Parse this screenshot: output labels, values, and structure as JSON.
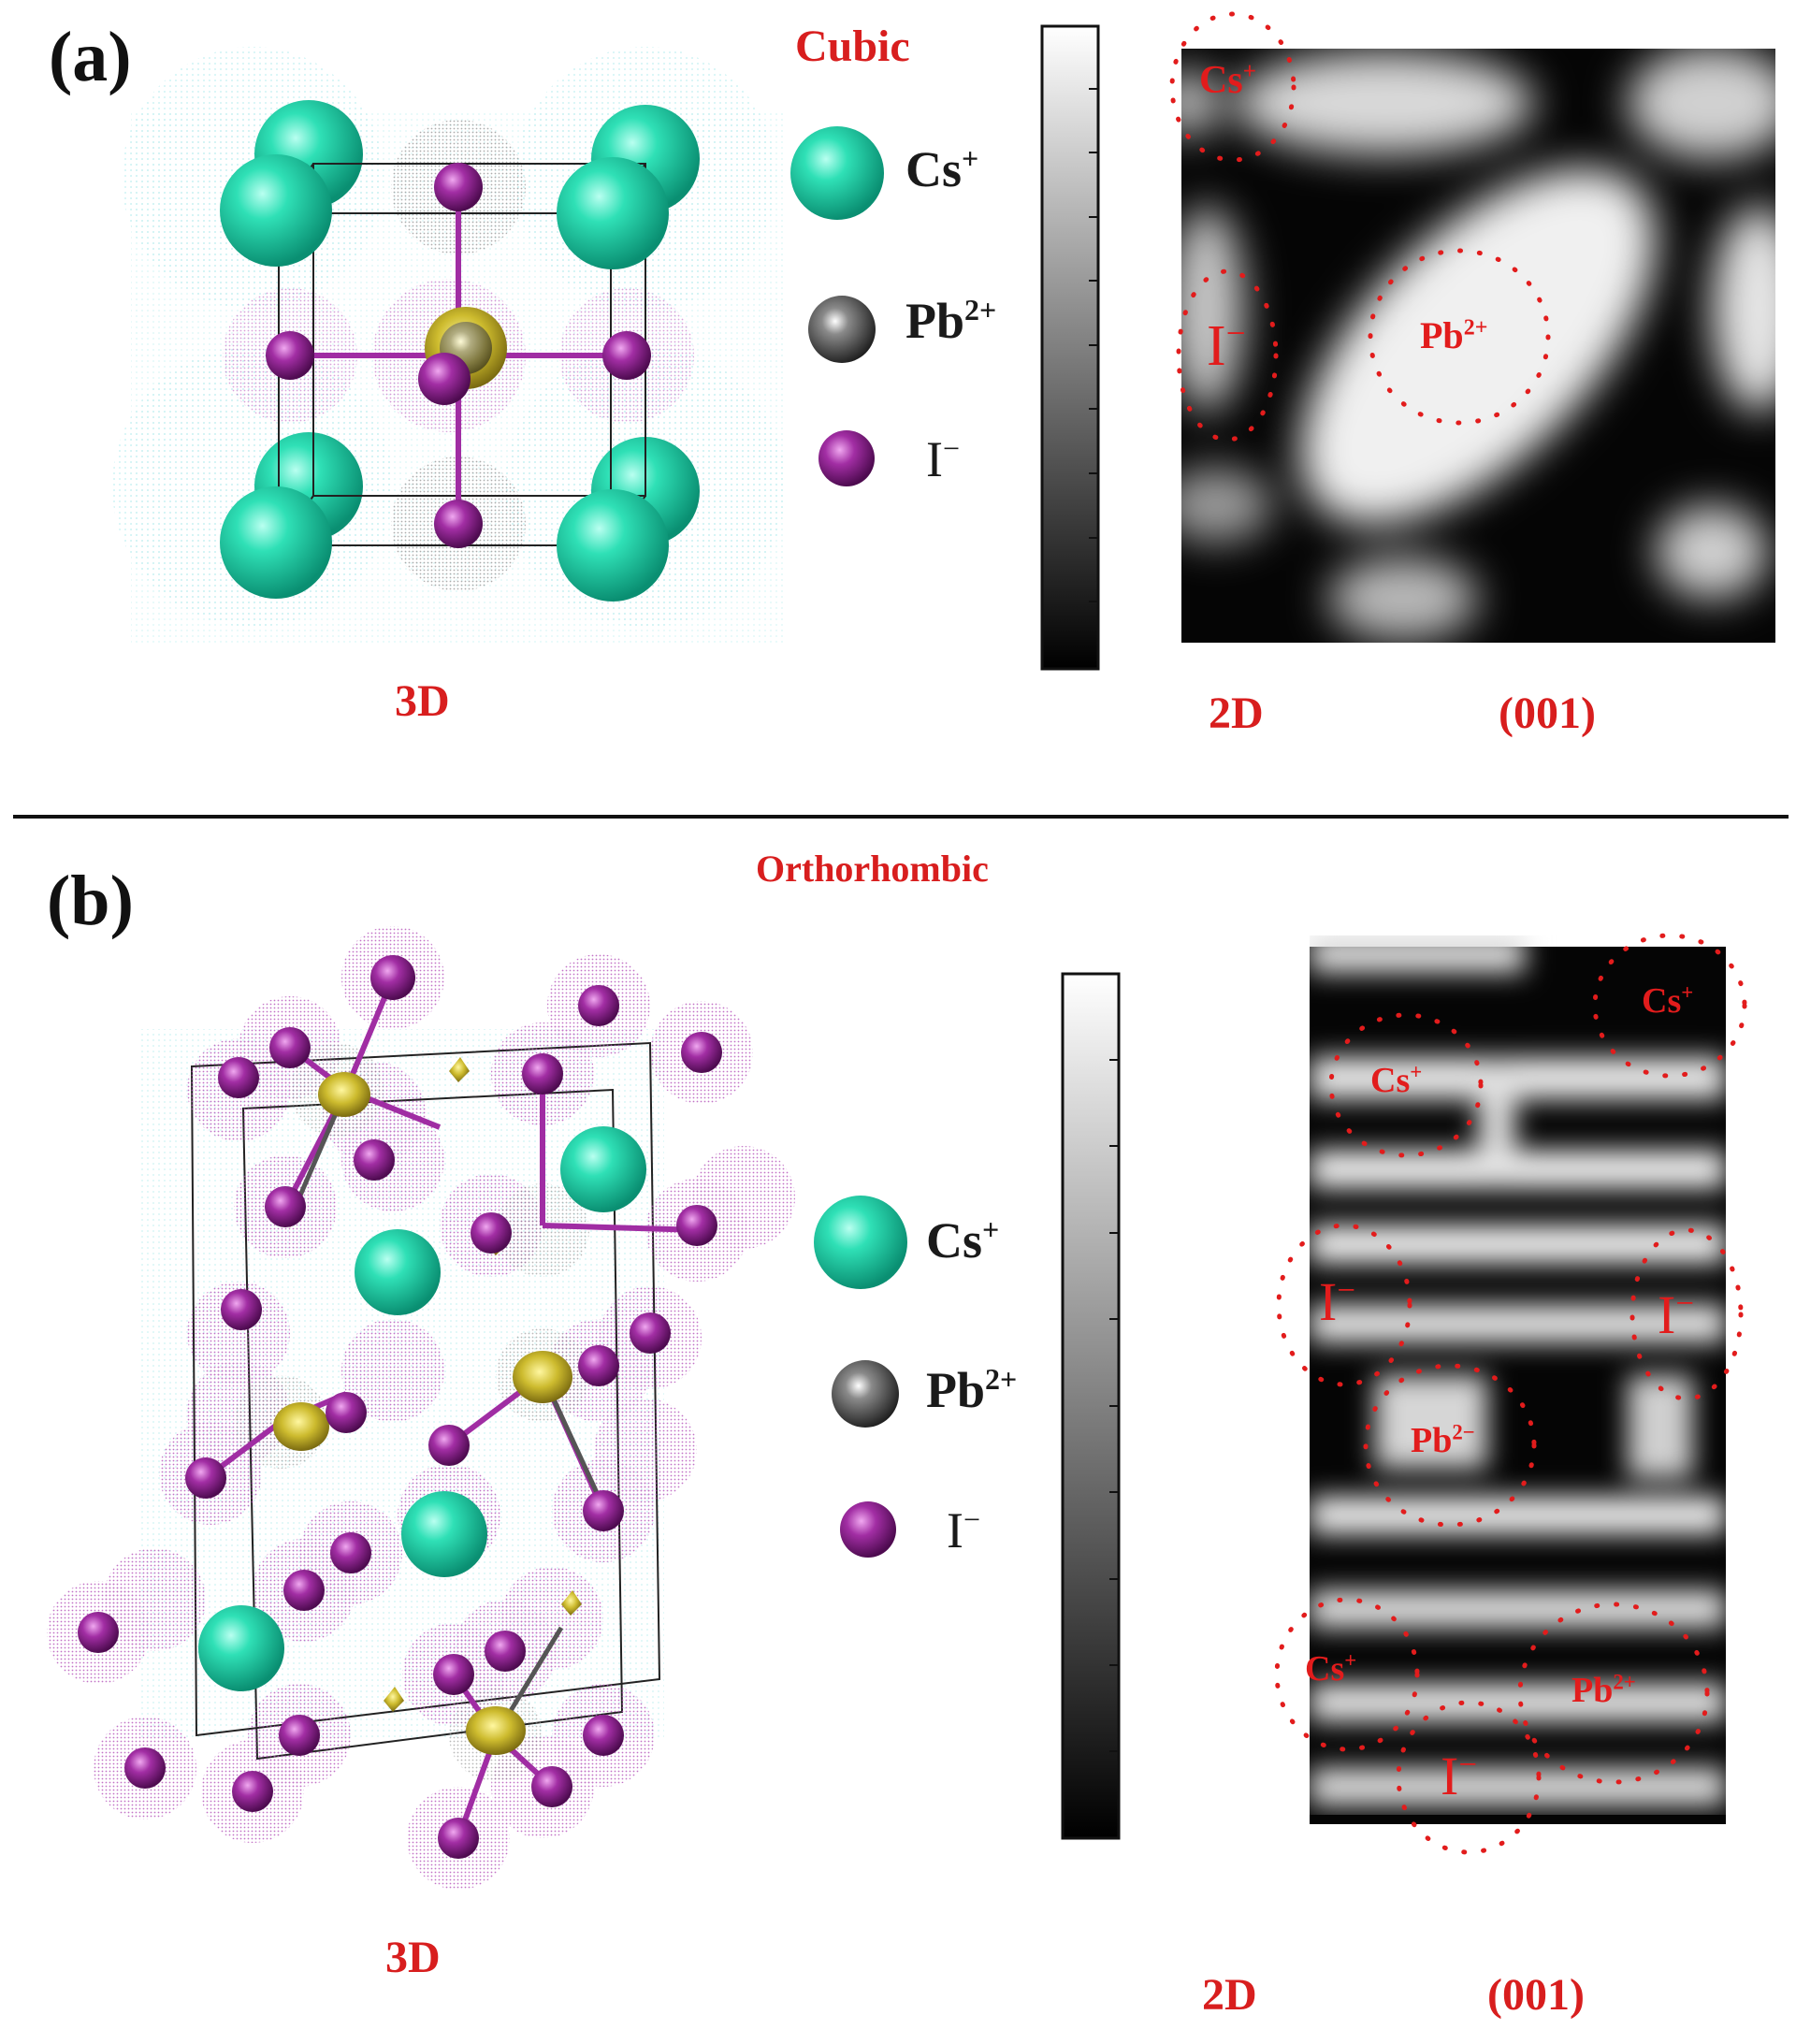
{
  "panel_a": {
    "label": "(a)",
    "phase": "Cubic",
    "view_3d_label": "3D",
    "view_2d_label": "2D",
    "plane_label": "(001)",
    "map_regions": {
      "cs": {
        "ion": "Cs",
        "charge": "+"
      },
      "i": {
        "ion": "I",
        "charge": "−"
      },
      "pb": {
        "ion": "Pb",
        "charge": "2+"
      }
    }
  },
  "panel_b": {
    "label": "(b)",
    "phase": "Orthorhombic",
    "view_3d_label": "3D",
    "view_2d_label": "2D",
    "plane_label": "(001)",
    "map_regions": {
      "cs_top_right": {
        "ion": "Cs",
        "charge": "+"
      },
      "cs_upper": {
        "ion": "Cs",
        "charge": "+"
      },
      "i_left": {
        "ion": "I",
        "charge": "−"
      },
      "i_right": {
        "ion": "I",
        "charge": "−"
      },
      "pb_center": {
        "ion": "Pb",
        "charge": "2−"
      },
      "cs_lower": {
        "ion": "Cs",
        "charge": "+"
      },
      "pb_lower": {
        "ion": "Pb",
        "charge": "2+"
      },
      "i_bottom": {
        "ion": "I",
        "charge": "−"
      }
    }
  },
  "legend": {
    "cs": {
      "ion": "Cs",
      "charge": "+"
    },
    "pb": {
      "ion": "Pb",
      "charge": "2+"
    },
    "i": {
      "ion": "I",
      "charge": "−"
    }
  },
  "colors": {
    "cs_atom": "#19c9a0",
    "pb_atom": "#5a5a5a",
    "i_atom": "#8e1f8f",
    "annotation_red": "#e21c1c",
    "isosurface_yellow": "#c8b830"
  }
}
